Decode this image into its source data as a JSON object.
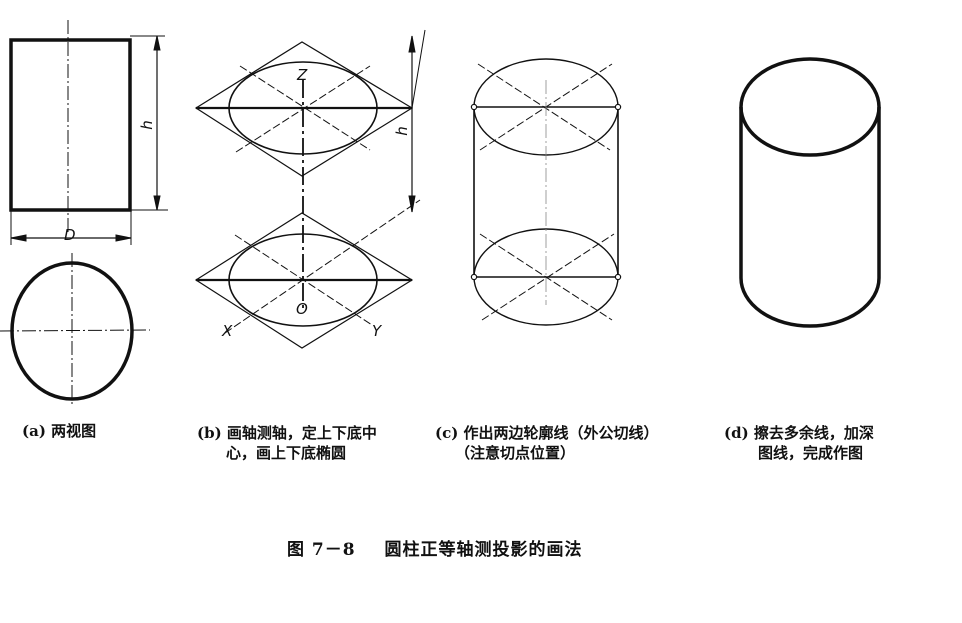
{
  "figure": {
    "number": "图 7－8",
    "title": "圆柱正等轴测投影的画法"
  },
  "panels": [
    {
      "id": "a",
      "caption_line1": "(a) 两视图",
      "caption_line2": "",
      "labels": {
        "height": "h",
        "diameter": "D"
      }
    },
    {
      "id": "b",
      "caption_line1": "(b) 画轴测轴，定上下底中",
      "caption_line2": "心，画上下底椭圆",
      "labels": {
        "z_axis": "Z",
        "origin": "O",
        "x_axis": "X",
        "y_axis": "Y",
        "height": "h"
      }
    },
    {
      "id": "c",
      "caption_line1": "(c) 作出两边轮廓线（外公切线）",
      "caption_line2": "（注意切点位置）",
      "labels": {}
    },
    {
      "id": "d",
      "caption_line1": "(d) 擦去多余线，加深",
      "caption_line2": "图线，完成作图",
      "labels": {}
    }
  ],
  "colors": {
    "ink": "#111111",
    "background": "#ffffff"
  }
}
